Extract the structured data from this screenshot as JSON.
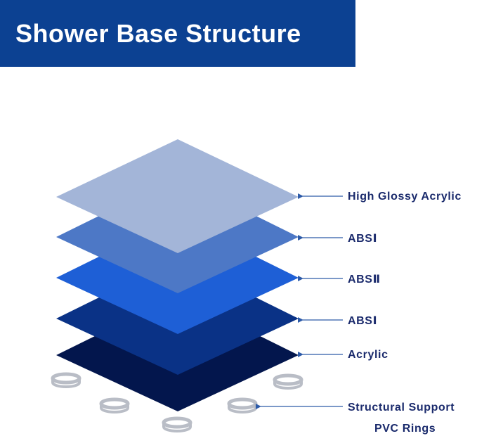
{
  "header": {
    "title": "Shower Base Structure"
  },
  "layers": [
    {
      "label": "Acrylic",
      "color": "#03164d"
    },
    {
      "label": "ABSⅠ",
      "color": "#0a3286"
    },
    {
      "label": "ABSⅡ",
      "color": "#1e5fd6"
    },
    {
      "label": "ABSⅠ",
      "color": "#4d78c6"
    },
    {
      "label": "High Glossy Acrylic",
      "color": "#a3b5d8"
    }
  ],
  "support": {
    "label_line1": "Structural Support",
    "label_line2": "PVC Rings",
    "ring_color": "#b9bdc6"
  },
  "colors": {
    "banner": "#0c4192",
    "arrow": "#2c5aa8",
    "label_text": "#1a2a6c"
  }
}
